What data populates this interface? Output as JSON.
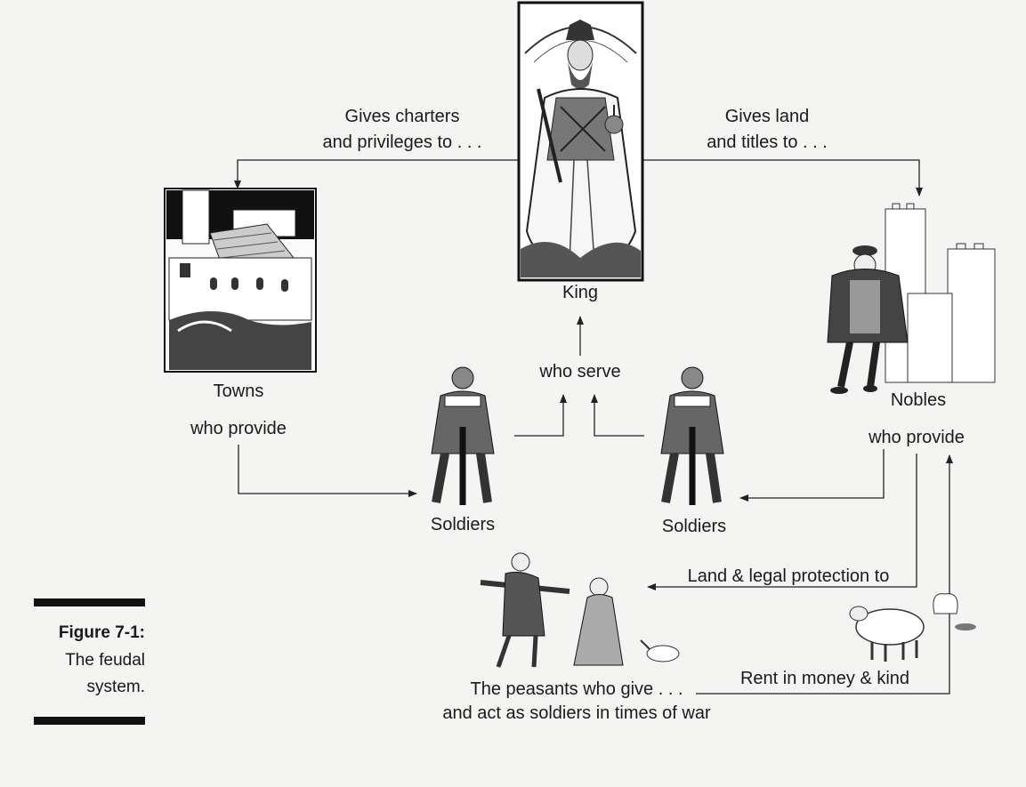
{
  "nodes": {
    "king": "King",
    "towns": "Towns",
    "nobles": "Nobles",
    "soldiers_left": "Soldiers",
    "soldiers_right": "Soldiers",
    "peasants_line1": "The peasants who give . . .",
    "peasants_line2": "and act as soldiers in times of war"
  },
  "edges": {
    "king_to_towns_line1": "Gives charters",
    "king_to_towns_line2": "and privileges to . . .",
    "king_to_nobles_line1": "Gives land",
    "king_to_nobles_line2": "and titles to . . .",
    "towns_provide": "who provide",
    "nobles_provide": "who provide",
    "soldiers_serve": "who serve",
    "nobles_to_peasants": "Land & legal protection to",
    "peasants_to_nobles": "Rent in money & kind"
  },
  "caption": {
    "label": "Figure 7-1:",
    "line1": "The feudal",
    "line2": "system."
  }
}
